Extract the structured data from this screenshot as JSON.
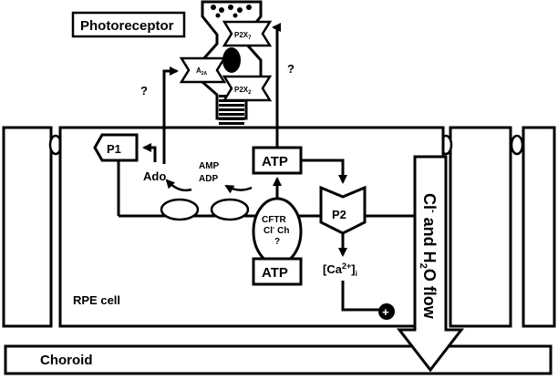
{
  "labels": {
    "photoreceptor": "Photoreceptor",
    "p2x7": "P2X",
    "p2x7_sub": "7",
    "p2x2": "P2X",
    "p2x2_sub": "2",
    "a2a": "A",
    "a2a_sub": "2A",
    "question_left": "?",
    "question_right": "?",
    "p1": "P1",
    "ado": "Ado",
    "amp": "AMP",
    "adp": "ADP",
    "atp_top": "ATP",
    "atp_bottom": "ATP",
    "cftr": "CFTR",
    "cl_ch": "Cl",
    "cl_ch_sup": "-",
    "cl_ch_suffix": " Ch",
    "cftr_question": "?",
    "p2": "P2",
    "ca": "[Ca",
    "ca_sup": "2+",
    "ca_close": "]",
    "ca_sub": "i",
    "plus": "+",
    "rpe_cell": "RPE cell",
    "choroid": "Choroid",
    "flow_cl": "Cl",
    "flow_cl_sup": "-",
    "flow_and": " and H",
    "flow_h2o_sub": "2",
    "flow_o": "O flow"
  }
}
